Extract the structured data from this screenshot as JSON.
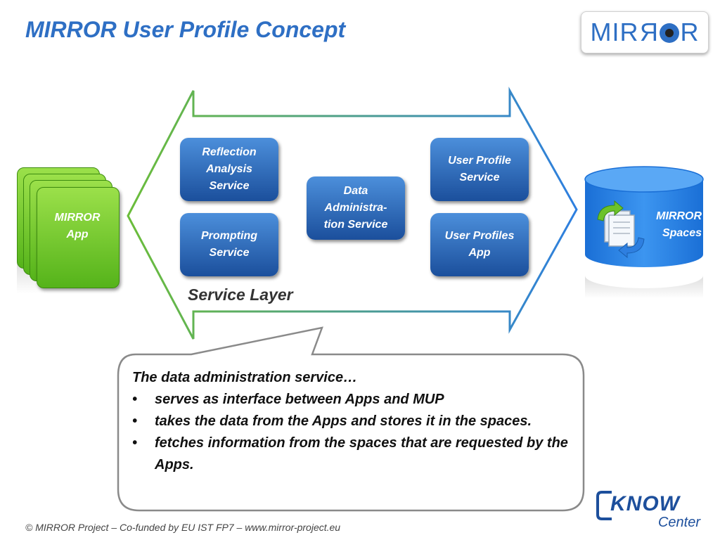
{
  "title": "MIRROR User Profile Concept",
  "logo": {
    "part1": "MIR",
    "part2": "R",
    "part3": "R"
  },
  "app": {
    "label": "MIRROR\nApp"
  },
  "spaces": {
    "label": "MIRROR\nSpaces"
  },
  "services": {
    "reflection": "Reflection\nAnalysis\nService",
    "prompting": "Prompting\nService",
    "data_admin": "Data\nAdministra-\ntion Service",
    "user_profile": "User Profile\nService",
    "user_profiles_app": "User Profiles\nApp"
  },
  "service_layer": "Service Layer",
  "callout": {
    "heading": "The data administration service…",
    "bullets": [
      "serves as interface between Apps and MUP",
      " takes the data from the Apps and stores it in the spaces.",
      "fetches information from the spaces that are requested by the Apps."
    ]
  },
  "footer": "© MIRROR Project – Co-funded by EU IST FP7 – www.mirror-project.eu",
  "know_center": {
    "line1": "KNOW",
    "line2": "Center"
  },
  "colors": {
    "title": "#2e6fc4",
    "arrow_left": "#6bbd3a",
    "arrow_right": "#2e7fe0",
    "service": "#2a63b8",
    "app": "#6cc22a"
  }
}
